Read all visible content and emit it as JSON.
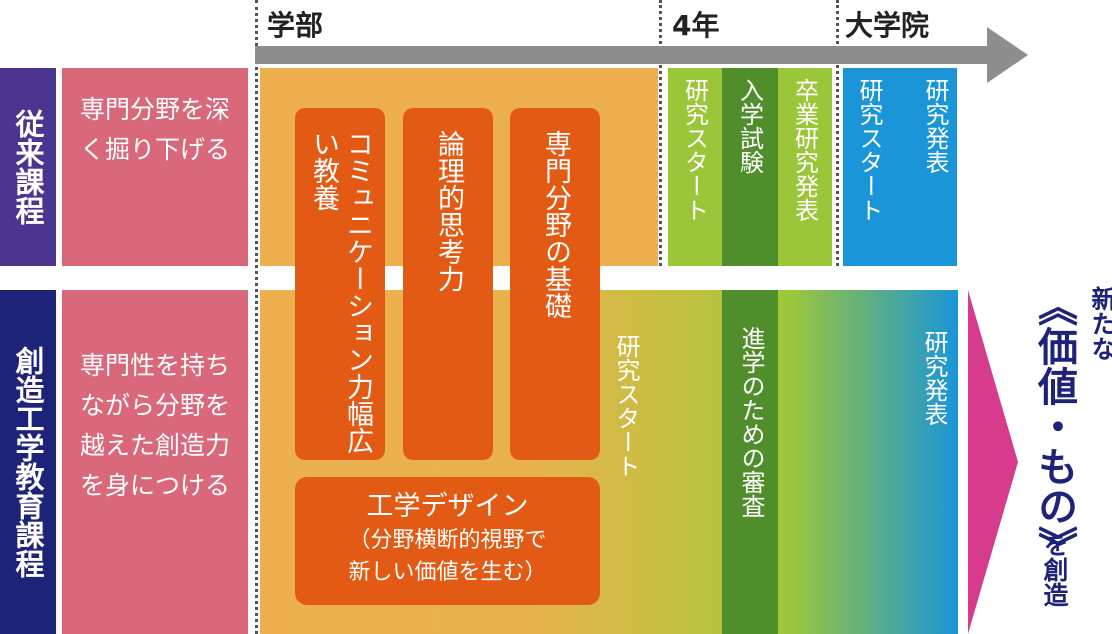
{
  "headers": {
    "undergrad": "学部",
    "year4": "4年",
    "grad": "大学院"
  },
  "conventional": {
    "label": "従来課程",
    "description": "専門分野を深く掘り下げる",
    "stages": [
      "研究スタート",
      "入学試験",
      "卒業研究発表",
      "研究スタート",
      "研究発表"
    ]
  },
  "creative": {
    "label": "創造工学教育課程",
    "description": "専門性を持ちながら分野を越えた創造力を身につける",
    "pillars": [
      "コミュニケーション力幅広い教養",
      "論理的思考力",
      "専門分野の基礎"
    ],
    "design_title": "工学デザイン",
    "design_sub1": "（分野横断的視野で",
    "design_sub2": "新しい価値を生む）",
    "stages": {
      "research_start": "研究スタート",
      "exam": "進学のための審査",
      "presentation": "研究発表"
    }
  },
  "outcome": {
    "line1": "新たな",
    "line2": "《価値・もの》",
    "line3": "を創造"
  },
  "colors": {
    "purple": "#4b3590",
    "pink": "#d9697a",
    "orange_band": "#eeb04f",
    "pill": "#e25a14",
    "light_green": "#9cc63a",
    "dark_green": "#4f8e2a",
    "blue": "#1a95d8",
    "magenta": "#d63b8c",
    "navy": "#1e237a"
  }
}
